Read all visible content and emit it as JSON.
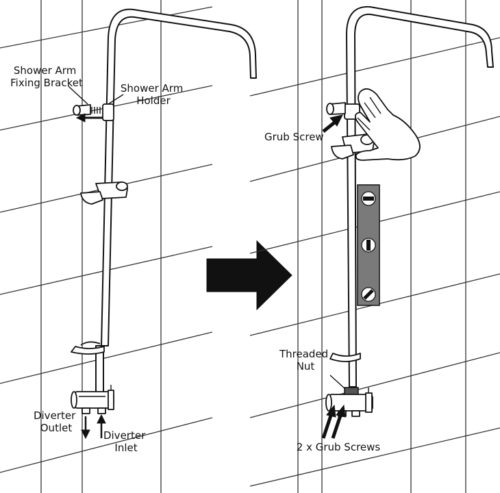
{
  "labels": {
    "shower_arm_fixing_bracket": [
      "Shower Arm",
      "Fixing Bracket"
    ],
    "shower_arm_holder": [
      "Shower Arm",
      "Holder"
    ],
    "diverter_outlet": [
      "Diverter",
      "Outlet"
    ],
    "diverter_inlet": [
      "Diverter",
      "Inlet"
    ],
    "grub_screw": "Grub Screw",
    "threaded_nut": [
      "Threaded",
      "Nut"
    ],
    "grub_screws": "2 x Grub Screws"
  },
  "icons": {
    "step_arrow": "right-arrow-icon",
    "hand": "hand-icon",
    "spirit_level": "spirit-level-icon"
  },
  "colors": {
    "ink": "#111111",
    "level_body": "#7a7a7a",
    "background": "#ffffff"
  }
}
